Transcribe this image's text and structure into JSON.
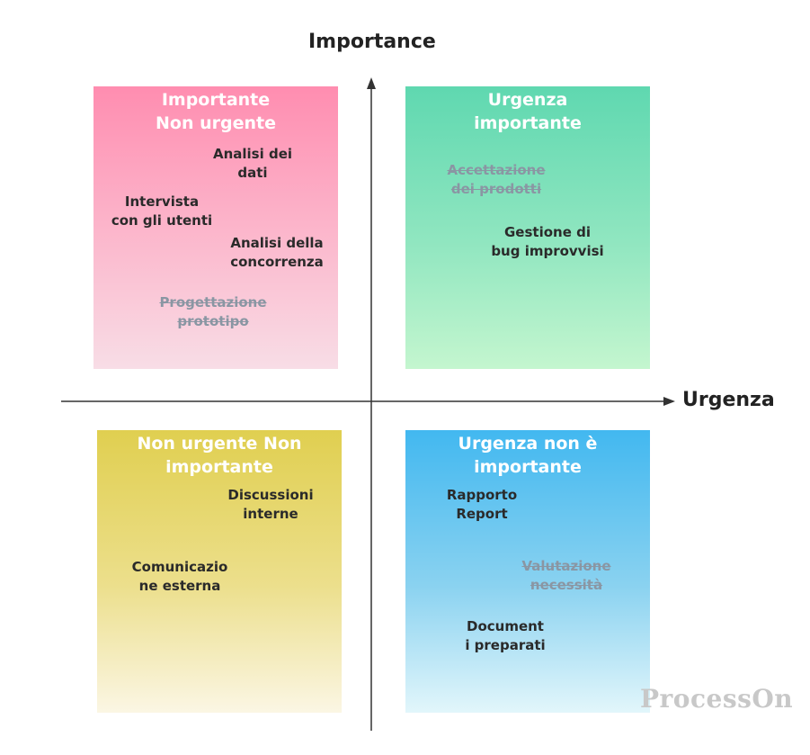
{
  "axes": {
    "y_title": "Importance",
    "x_title": "Urgenza"
  },
  "quadrants": {
    "top_left": {
      "title": "Importante\nNon urgente",
      "items": [
        {
          "text": "Analisi dei\ndati",
          "done": false
        },
        {
          "text": "Intervista\ncon gli utenti",
          "done": false
        },
        {
          "text": "Analisi della\nconcorrenza",
          "done": false
        },
        {
          "text": "Progettazione\nprototipo",
          "done": true
        }
      ]
    },
    "top_right": {
      "title": "Urgenza\nimportante",
      "items": [
        {
          "text": "Accettazione\ndei prodotti",
          "done": true
        },
        {
          "text": "Gestione di\nbug improvvisi",
          "done": false
        }
      ]
    },
    "bottom_left": {
      "title": "Non urgente Non\nimportante",
      "items": [
        {
          "text": "Discussioni\ninterne",
          "done": false
        },
        {
          "text": "Comunicazio\nne esterna",
          "done": false
        }
      ]
    },
    "bottom_right": {
      "title": "Urgenza non è\nimportante",
      "items": [
        {
          "text": "Rapporto\nReport",
          "done": false
        },
        {
          "text": "Valutazione\nnecessità",
          "done": true
        },
        {
          "text": "Document\ni preparati",
          "done": false
        }
      ]
    }
  },
  "watermark": "ProcessOn"
}
